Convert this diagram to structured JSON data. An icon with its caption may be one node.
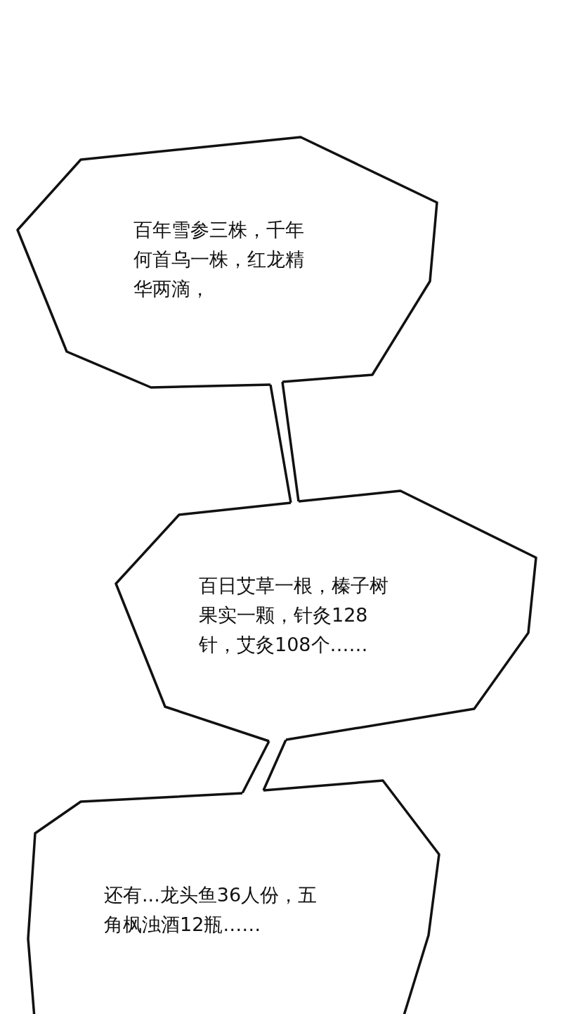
{
  "diagram": {
    "nodes": [
      {
        "text": [
          "百年雪参三株，千年何首乌一株，红龙精华两滴，"
        ]
      },
      {
        "text": [
          "百日艾草一根，榛子树果实一颗，针灸128针，艾灸108个……"
        ]
      },
      {
        "text": [
          "还有...龙头鱼36人份，五角枫浊酒12瓶……"
        ]
      }
    ],
    "edges": [
      {
        "from": 0,
        "to": 1,
        "arrow": "none"
      },
      {
        "from": 1,
        "to": 2,
        "arrow": "none"
      }
    ]
  }
}
